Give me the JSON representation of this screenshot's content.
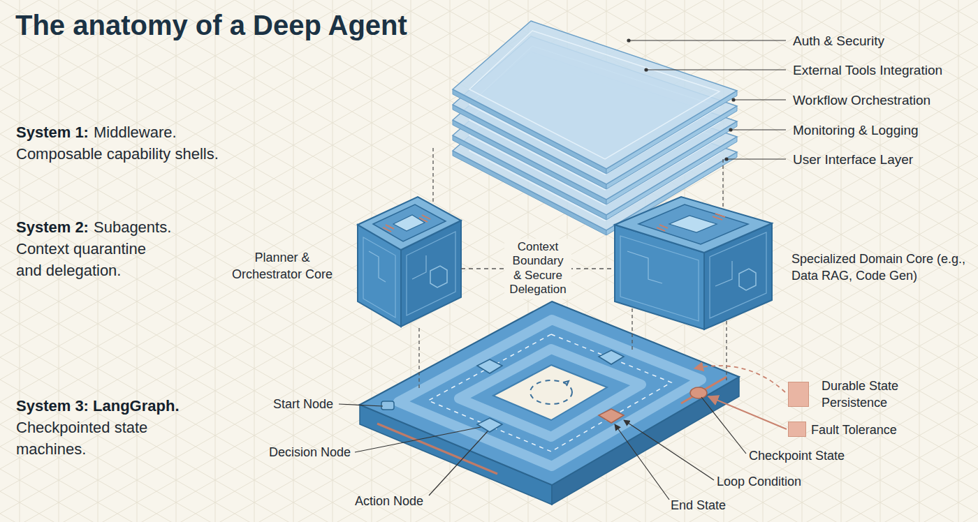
{
  "diagram": {
    "title": "The anatomy of a Deep Agent",
    "nodes": [
      {
        "text": [
          "Planner & Orchestrator Core"
        ]
      },
      {
        "text": [
          "Specialized Domain Core (e.g., Data RAG, Code Gen)"
        ]
      },
      {
        "text": [
          "Durable State Persistence"
        ]
      },
      {
        "text": [
          "Fault Tolerance"
        ]
      }
    ],
    "edges": [
      {
        "from": 0,
        "to": 1,
        "arrow": "none",
        "label": "Context Boundary & Secure Delegation"
      }
    ],
    "labels": [
      "System 1:",
      "Middleware.",
      "Composable capability shells.",
      "System 2:",
      "Subagents.",
      "Context quarantine and delegation.",
      "System 3: LangGraph.",
      "Checkpointed state machines.",
      "Auth & Security",
      "External Tools Integration",
      "Workflow Orchestration",
      "Monitoring & Logging",
      "User Interface Layer",
      "Start Node",
      "Decision Node",
      "Action Node",
      "Checkpoint State",
      "Loop Condition",
      "End State"
    ]
  }
}
